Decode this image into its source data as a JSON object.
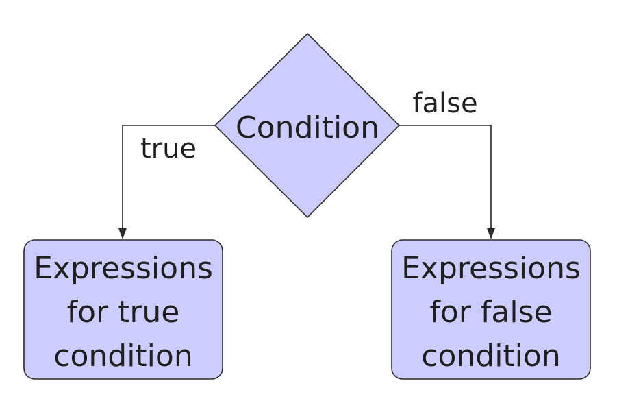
{
  "colors": {
    "node_fill": "#ccccff",
    "stroke": "#2b2b2b",
    "text": "#1f1f1f",
    "background": "#ffffff"
  },
  "decision": {
    "label": "Condition",
    "shape": "diamond"
  },
  "branches": {
    "true": {
      "edge_label": "true",
      "box_lines": [
        "Expressions",
        "for true",
        "condition"
      ]
    },
    "false": {
      "edge_label": "false",
      "box_lines": [
        "Expressions",
        "for false",
        "condition"
      ]
    }
  }
}
